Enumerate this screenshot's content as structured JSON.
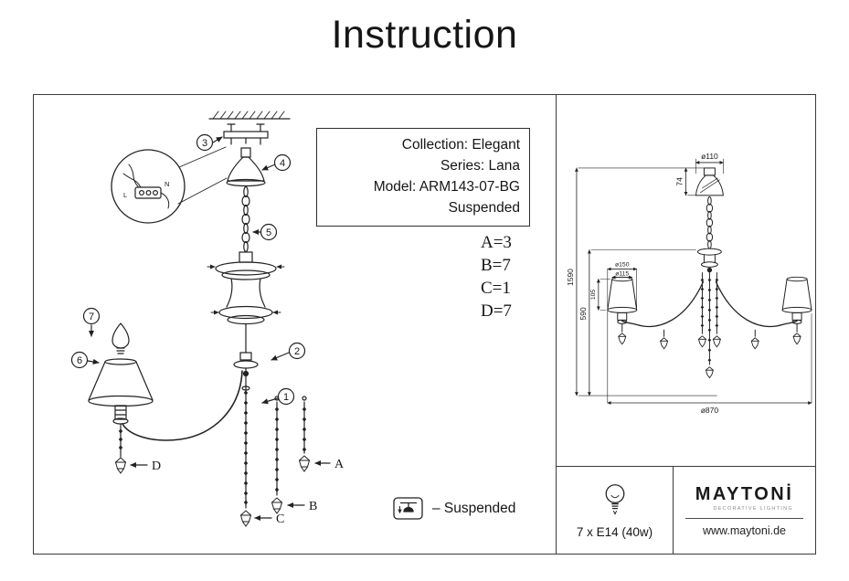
{
  "title": "Instruction",
  "info_box": {
    "collection": "Collection: Elegant",
    "series": "Series: Lana",
    "model": "Model: ARM143-07-BG",
    "mount_type": "Suspended"
  },
  "part_counts": {
    "a": "A=3",
    "b": "B=7",
    "c": "C=1",
    "d": "D=7"
  },
  "part_labels": [
    "A",
    "B",
    "C",
    "D"
  ],
  "callouts": [
    "1",
    "2",
    "3",
    "4",
    "5",
    "6",
    "7"
  ],
  "wiring": {
    "l": "L",
    "n": "N"
  },
  "legend": {
    "suspended": "– Suspended"
  },
  "dimensions": {
    "canopy_diameter": "ø110",
    "canopy_height": "74",
    "total_height": "1590",
    "body_height": "590",
    "shade_height": "105",
    "shade_diameter": "ø150",
    "shade_top_diameter": "ø115",
    "overall_diameter": "ø870"
  },
  "footer": {
    "bulb_spec": "7 x E14 (40w)",
    "brand": "MAYTONİ",
    "brand_tagline": "DECORATIVE LIGHTING",
    "website": "www.maytoni.de"
  }
}
